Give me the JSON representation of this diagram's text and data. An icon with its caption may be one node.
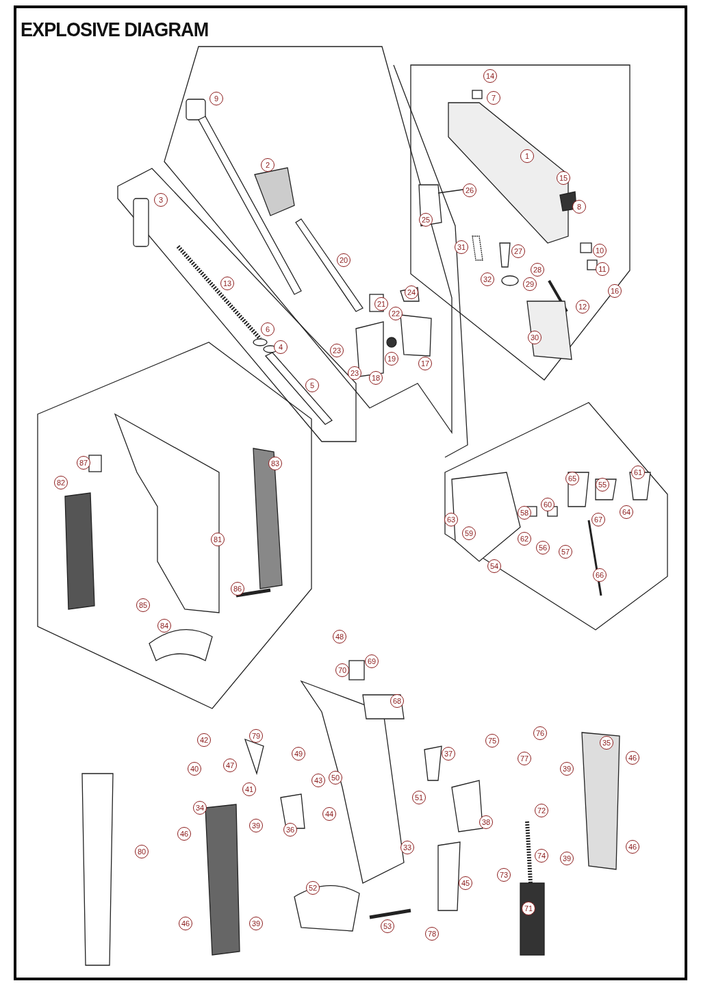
{
  "diagram": {
    "title": "EXPLOSIVE DIAGRAM",
    "labels": [
      "14",
      "9",
      "7",
      "1",
      "2",
      "15",
      "26",
      "3",
      "8",
      "25",
      "31",
      "27",
      "10",
      "20",
      "11",
      "28",
      "32",
      "29",
      "13",
      "16",
      "24",
      "21",
      "12",
      "22",
      "6",
      "30",
      "4",
      "23",
      "19",
      "17",
      "23",
      "18",
      "5",
      "87",
      "83",
      "61",
      "65",
      "55",
      "82",
      "60",
      "58",
      "64",
      "67",
      "63",
      "59",
      "62",
      "81",
      "56",
      "57",
      "54",
      "66",
      "86",
      "85",
      "84",
      "48",
      "69",
      "70",
      "68",
      "76",
      "79",
      "42",
      "75",
      "35",
      "37",
      "49",
      "77",
      "46",
      "47",
      "40",
      "39",
      "43",
      "50",
      "41",
      "51",
      "34",
      "72",
      "38",
      "44",
      "39",
      "36",
      "46",
      "33",
      "46",
      "80",
      "74",
      "39",
      "73",
      "45",
      "52",
      "71",
      "46",
      "39",
      "53",
      "78"
    ]
  }
}
